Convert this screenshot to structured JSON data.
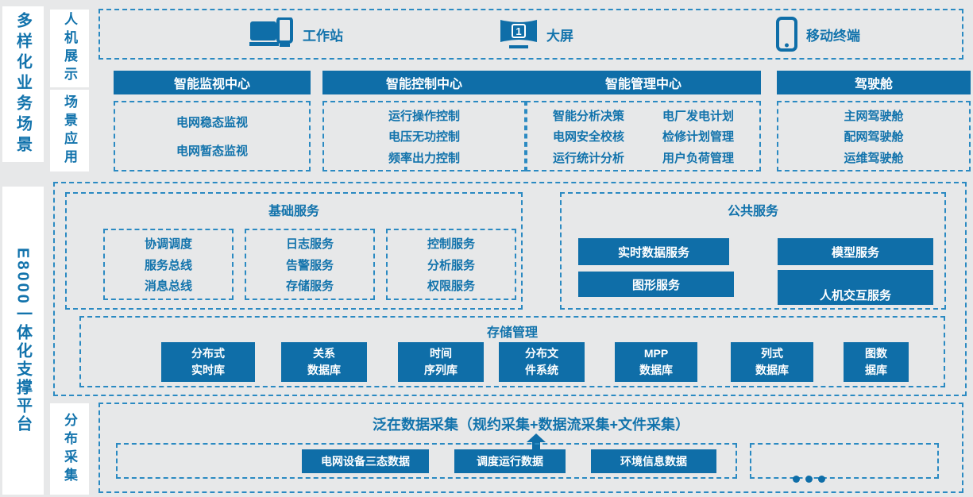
{
  "colors": {
    "blue": "#0f6ea8",
    "blue_text": "#1273ac",
    "dash_border": "#2b8ac2",
    "background": "#e7e8e9"
  },
  "rails": {
    "business_scenarios": "多样化业务场景",
    "platform": "E8000一体化支撑平台",
    "hmi_display": "人机展示",
    "scenario_application": "场景应用",
    "distributed_collection": "分布采集"
  },
  "terminal_row": {
    "items": [
      {
        "icon": "workstation-icon",
        "label": "工作站"
      },
      {
        "icon": "big-screen-icon",
        "label": "大屏",
        "screen_number": "1"
      },
      {
        "icon": "mobile-terminal-icon",
        "label": "移动终端"
      }
    ]
  },
  "centers": [
    {
      "title": "智能监视中心",
      "items": [
        "电网稳态监视",
        "电网暂态监视"
      ]
    },
    {
      "title": "智能控制中心",
      "items": [
        "运行操作控制",
        "电压无功控制",
        "频率出力控制"
      ]
    },
    {
      "title": "智能管理中心",
      "items": [
        "智能分析决策",
        "电厂发电计划",
        "电网安全校核",
        "检修计划管理",
        "运行统计分析",
        "用户负荷管理"
      ]
    },
    {
      "title": "驾驶舱",
      "items": [
        "主网驾驶舱",
        "配网驾驶舱",
        "运维驾驶舱"
      ]
    }
  ],
  "platform_box": {
    "basic_services": {
      "title": "基础服务",
      "groups": [
        {
          "lines": [
            "协调调度",
            "服务总线",
            "消息总线"
          ]
        },
        {
          "lines": [
            "日志服务",
            "告警服务",
            "存储服务"
          ]
        },
        {
          "lines": [
            "控制服务",
            "分析服务",
            "权限服务"
          ]
        }
      ]
    },
    "public_services": {
      "title": "公共服务",
      "items": [
        "实时数据服务",
        "模型服务",
        "图形服务",
        "人机交互服务"
      ]
    },
    "storage": {
      "title": "存储管理",
      "items": [
        {
          "l1": "分布式",
          "l2": "实时库"
        },
        {
          "l1": "关系",
          "l2": "数据库"
        },
        {
          "l1": "时间",
          "l2": "序列库"
        },
        {
          "l1": "分布文",
          "l2": "件系统"
        },
        {
          "l1": "MPP",
          "l2": "数据库"
        },
        {
          "l1": "列式",
          "l2": "数据库"
        },
        {
          "l1": "图数",
          "l2": "据库"
        }
      ]
    }
  },
  "collection": {
    "title": "泛在数据采集（规约采集+数据流采集+文件采集）",
    "items": [
      "电网设备三态数据",
      "调度运行数据",
      "环境信息数据"
    ]
  }
}
